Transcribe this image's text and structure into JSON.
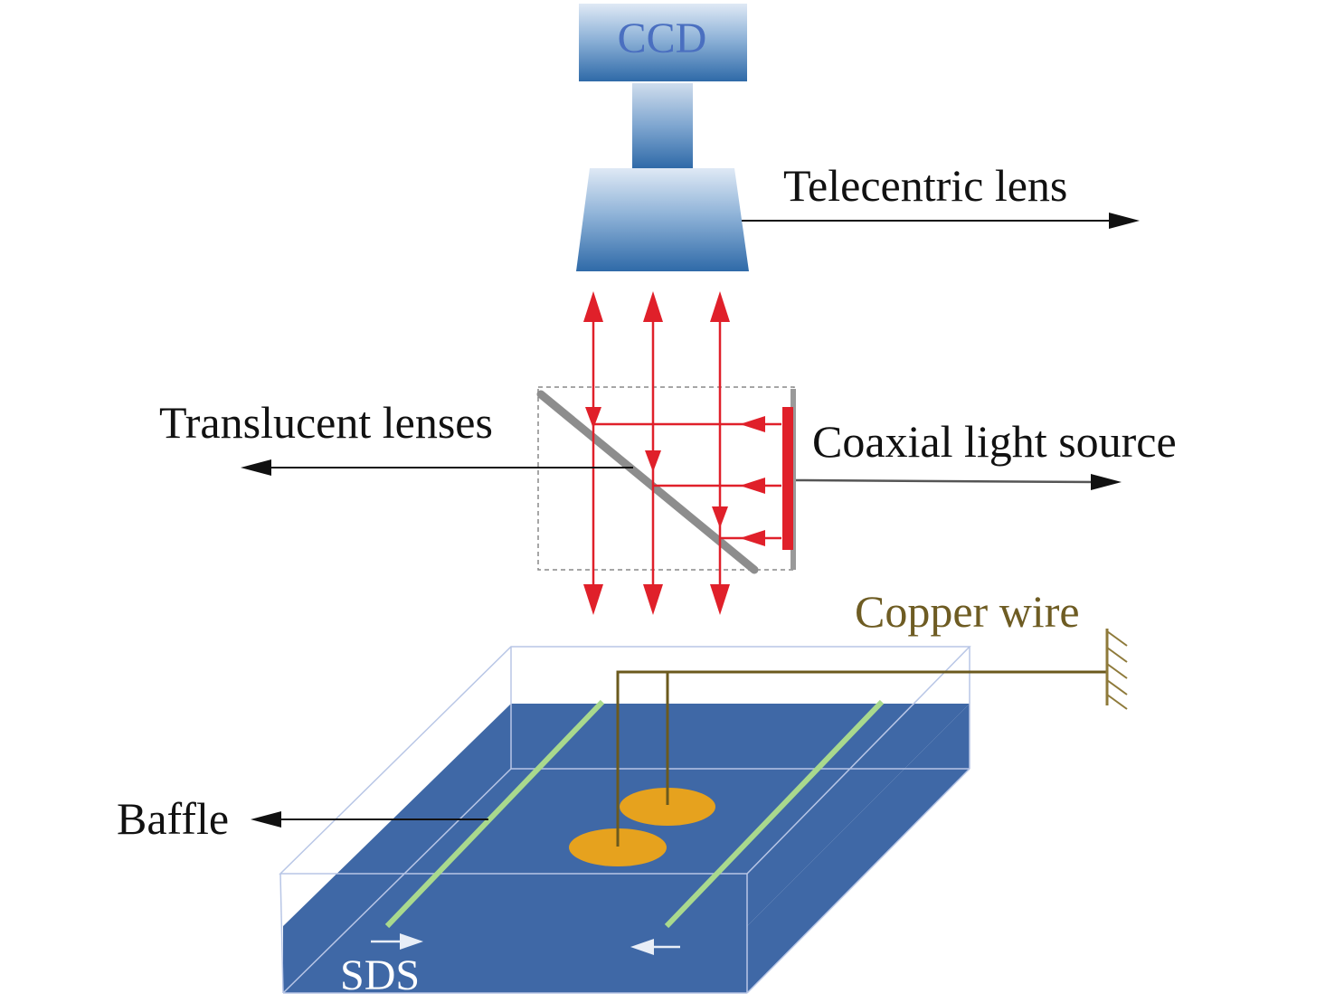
{
  "labels": {
    "ccd": "CCD",
    "telecentric": "Telecentric lens",
    "translucent": "Translucent lenses",
    "coaxial": "Coaxial light source",
    "copper": "Copper wire",
    "baffle": "Baffle",
    "sds": "SDS"
  },
  "colors": {
    "ccd_text": "#4a6fc0",
    "ray": "#e0202a",
    "copper": "#6b5a1e",
    "copper_text": "#6e5c23",
    "water": "#3f68a6",
    "baffle": "#a9d98d",
    "droplet": "#e6a21e"
  }
}
